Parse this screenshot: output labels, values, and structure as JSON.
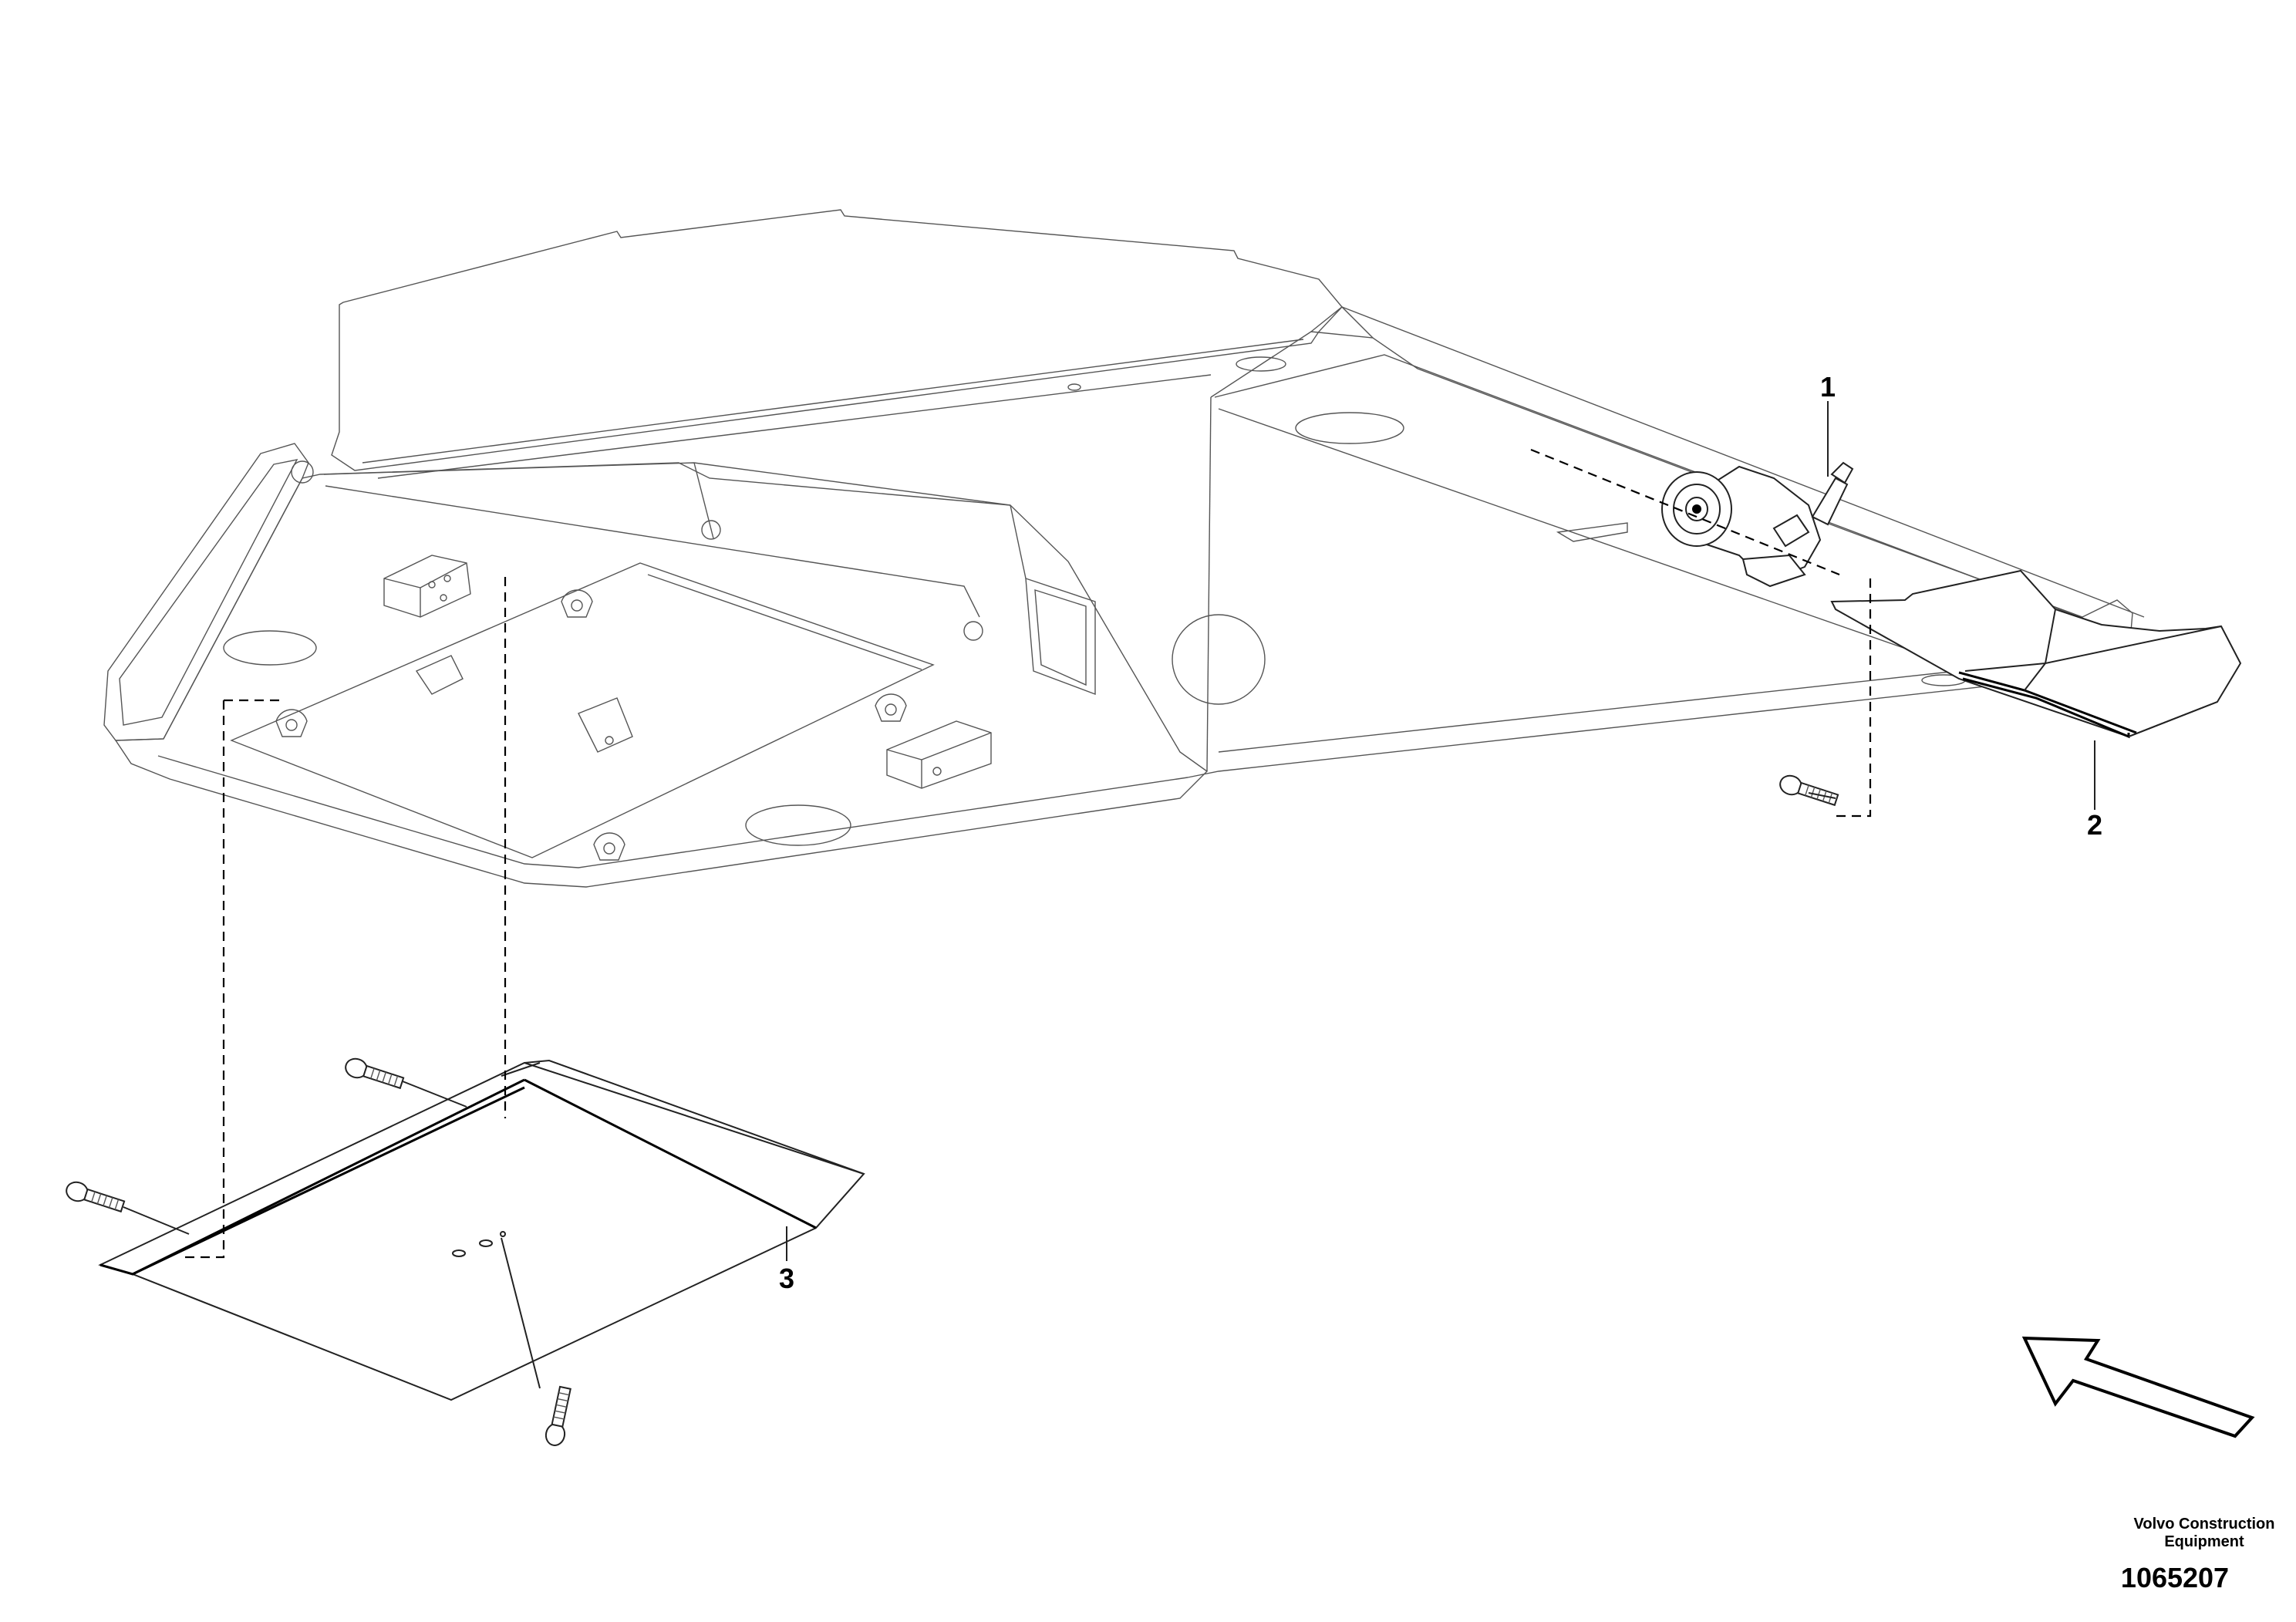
{
  "callouts": [
    {
      "id": "1",
      "label": "1"
    },
    {
      "id": "2",
      "label": "2"
    },
    {
      "id": "3",
      "label": "3"
    }
  ],
  "footer": {
    "brand_line1": "Volvo Construction",
    "brand_line2": "Equipment",
    "doc_number": "1065207"
  },
  "icons": [
    "cab-roof-panel",
    "wiper-motor",
    "wiper-cover",
    "floor-plate",
    "bolt",
    "direction-arrow"
  ]
}
